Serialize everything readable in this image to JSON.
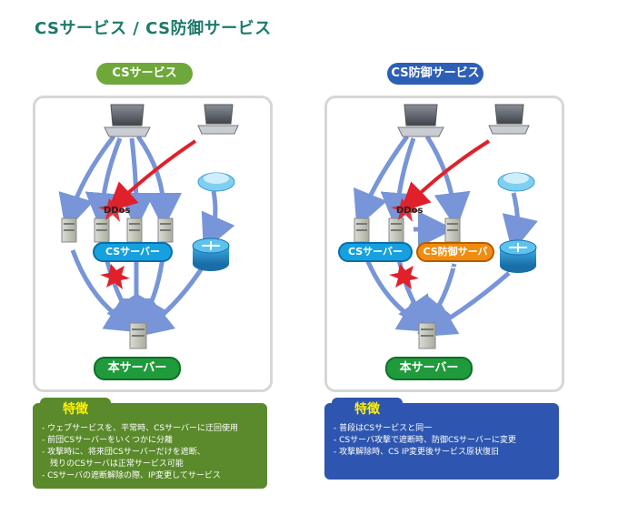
{
  "title": "CSサービス / CS防御サービス",
  "left": {
    "heading": "CSサービス",
    "ddos_label": "DDos",
    "cs_server_label": "CSサーバー",
    "main_server_label": "本サーバー",
    "feature_heading": "特徴",
    "features": [
      "- ウェブサービスを、平常時、CSサーバーに迂回使用",
      "- 前団CSサーバーをいくつかに分離",
      "- 攻撃時に、将来団CSサーバーだけを遮断、",
      "　残りのCSサーバは正常サービス可能",
      "- CSサーバの遮断解除の際、IP変更してサービス"
    ]
  },
  "right": {
    "heading": "CS防御サービス",
    "ddos_label": "DDos",
    "cs_server_label": "CSサーバー",
    "cs_defense_label": "CS防御サーバー",
    "main_server_label": "本サーバー",
    "feature_heading": "特徴",
    "features": [
      "- 普段はCSサービスと同一",
      "- CSサーバ攻撃で遮断時、防御CSサーバーに変更",
      "- 攻撃解除時、CS IP変更後サービス原状復旧"
    ]
  },
  "colors": {
    "title": "#1c7a6a",
    "green_accent": "#6fa83a",
    "blue_accent": "#2e5fb6",
    "attack_red": "#e0202a",
    "flow_blue": "#4a72cc"
  }
}
